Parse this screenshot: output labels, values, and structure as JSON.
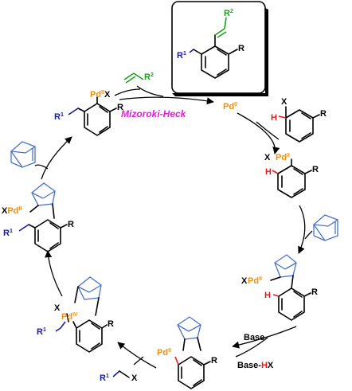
{
  "labels": {
    "R": "R",
    "R1": "R",
    "R1_sup": "1",
    "R2": "R",
    "R2_sup": "2",
    "X": "X",
    "H": "H",
    "Pd": "Pd",
    "Pd0_sup": "0",
    "PdII_sup": "II",
    "PdIV_sup": "IV",
    "reaction_name": "Mizoroki-Heck",
    "base": "Base",
    "base_hx_prefix": "Base-",
    "base_hx_h": "H",
    "base_hx_x": "X"
  },
  "colors": {
    "pd": "#f0900a",
    "r1": "#1a1ab0",
    "r2": "#1aa11a",
    "hydrogen": "#e31b1b",
    "heck": "#e020d8",
    "norbornene": "#4a72c8"
  }
}
